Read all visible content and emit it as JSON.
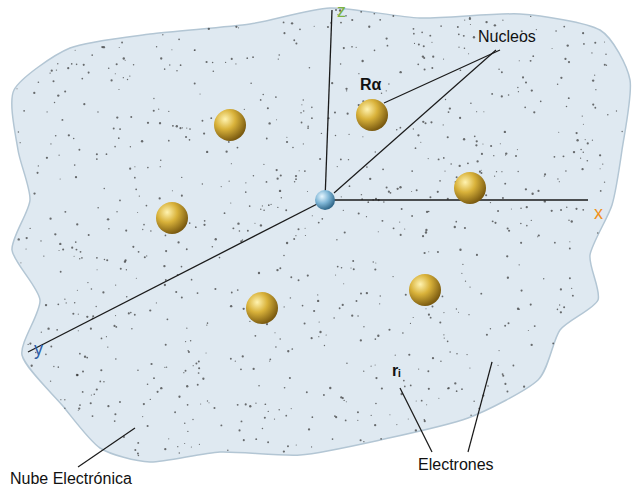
{
  "diagram": {
    "labels": [
      "Nucleos",
      "z",
      "x",
      "y",
      "Rα",
      "rᵢ",
      "Electrones",
      "Nube Electrónica"
    ]
  }
}
